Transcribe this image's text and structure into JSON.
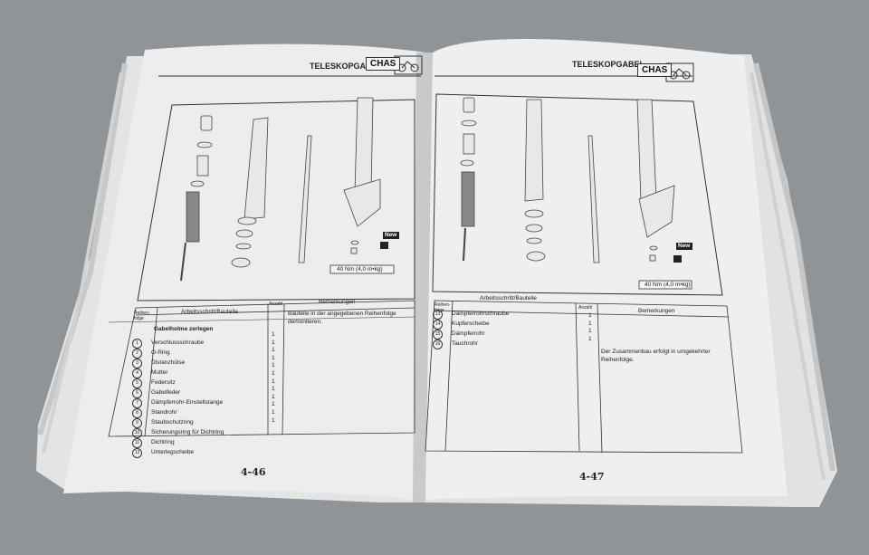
{
  "left_page": {
    "header_title": "TELESKOPGABEL",
    "section_badge": "CHAS",
    "page_number": "4-46",
    "torque_label": "40 Nm (4,0 m•kg)",
    "new_label": "New",
    "table": {
      "col_order": "Reihen-folge",
      "col_step": "Arbeitsschritt/Bauteile",
      "col_qty": "Anzahl",
      "col_remarks": "Bemerkungen",
      "group_title": "Gabelholme zerlegen",
      "remark": "Bauteile in der angegebenen Reihenfolge demontieren.",
      "rows": [
        {
          "n": "1",
          "name": "Verschlussschraube",
          "qty": "1"
        },
        {
          "n": "2",
          "name": "O-Ring",
          "qty": "1"
        },
        {
          "n": "3",
          "name": "Distanzhülse",
          "qty": "1"
        },
        {
          "n": "4",
          "name": "Mutter",
          "qty": "1"
        },
        {
          "n": "5",
          "name": "Federsitz",
          "qty": "1"
        },
        {
          "n": "6",
          "name": "Gabelfeder",
          "qty": "1"
        },
        {
          "n": "7",
          "name": "Dämpferrohr-Einstellstange",
          "qty": "1"
        },
        {
          "n": "8",
          "name": "Standrohr",
          "qty": "1"
        },
        {
          "n": "9",
          "name": "Staubschutzring",
          "qty": "1"
        },
        {
          "n": "10",
          "name": "Sicherungsring für Dichtring",
          "qty": "1"
        },
        {
          "n": "11",
          "name": "Dichtring",
          "qty": "1"
        },
        {
          "n": "12",
          "name": "Unterlegscheibe",
          "qty": "1"
        }
      ]
    }
  },
  "right_page": {
    "header_title": "TELESKOPGABEL",
    "section_badge": "CHAS",
    "page_number": "4-47",
    "torque_label": "40 Nm (4,0 m•kg)",
    "new_label": "New",
    "table": {
      "col_order": "Reihen-folge",
      "col_step": "Arbeitsschritt/Bauteile",
      "col_qty": "Anzahl",
      "col_remarks": "Bemerkungen",
      "remark": "Der Zusammenbau erfolgt in umgekehrter Reihenfolge.",
      "rows": [
        {
          "n": "13",
          "name": "Dämpferrohrschraube",
          "qty": "1"
        },
        {
          "n": "14",
          "name": "Kupferscheibe",
          "qty": "1"
        },
        {
          "n": "15",
          "name": "Dämpferrohr",
          "qty": "1"
        },
        {
          "n": "16",
          "name": "Tauchrohr",
          "qty": "1"
        }
      ]
    }
  },
  "colors": {
    "background": "#8f9499",
    "page": "#eeeeee",
    "ink": "#222222"
  }
}
